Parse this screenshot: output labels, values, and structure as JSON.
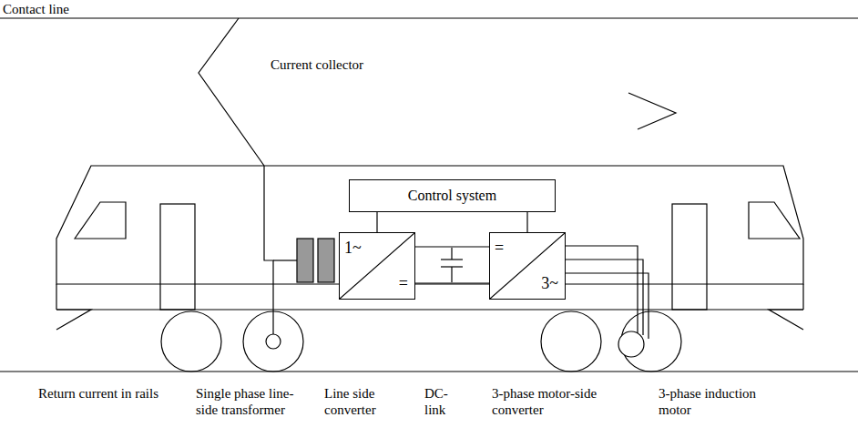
{
  "diagram": {
    "nodes": [
      {
        "text": [
          "Control system"
        ]
      },
      {
        "text": [
          "1~",
          "="
        ]
      },
      {
        "text": [
          "=",
          "3~"
        ]
      }
    ],
    "edges": [
      {
        "from": 0,
        "to": 1,
        "arrow": "none"
      },
      {
        "from": 0,
        "to": 2,
        "arrow": "none"
      },
      {
        "from": 1,
        "to": 2,
        "arrow": "none"
      }
    ],
    "labels": [
      "Contact line",
      "Current collector",
      "Return current in rails",
      "Single phase line-side transformer",
      "Line side converter",
      "DC-link",
      "3-phase motor-side converter",
      "3-phase induction motor"
    ]
  }
}
